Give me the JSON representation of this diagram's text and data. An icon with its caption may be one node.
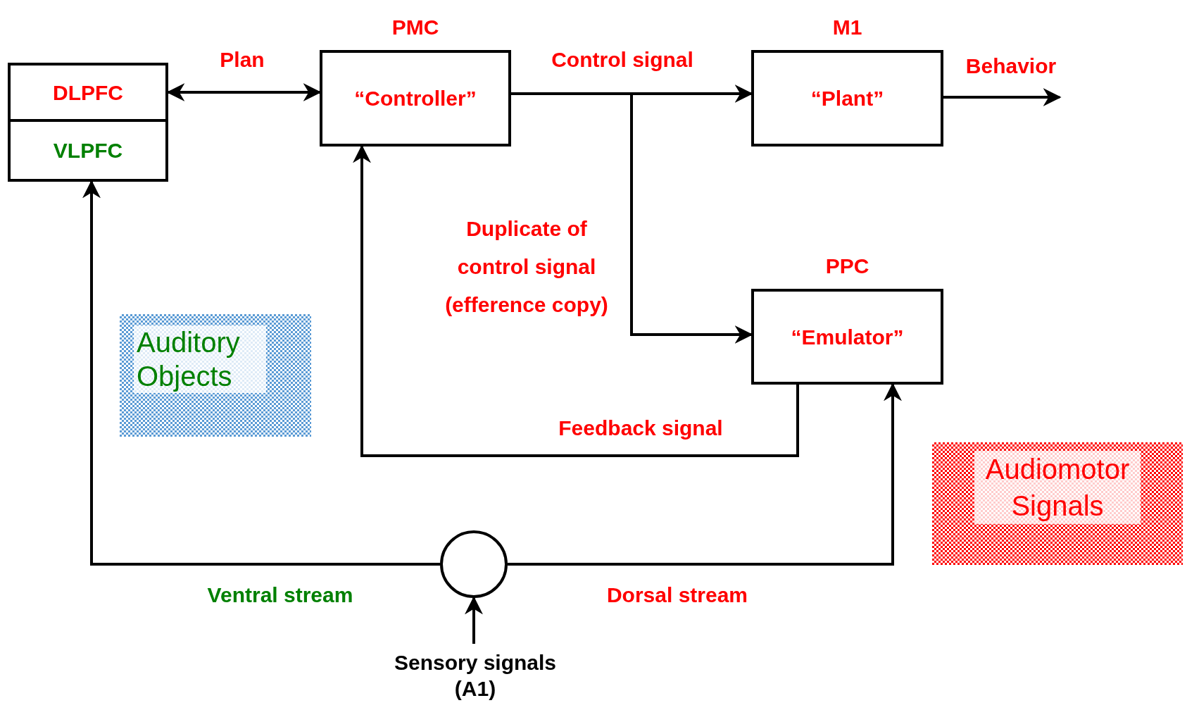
{
  "diagram": {
    "nodes": [
      {
        "text": [
          "DLPFC"
        ]
      },
      {
        "text": [
          "VLPFC"
        ]
      },
      {
        "text": [
          "PMC",
          "“Controller”"
        ]
      },
      {
        "text": [
          "M1",
          "“Plant”"
        ]
      },
      {
        "text": [
          "PPC",
          "“Emulator”"
        ]
      },
      {
        "text": [
          "Auditory Objects"
        ]
      },
      {
        "text": [
          "Audiomotor Signals"
        ]
      },
      {
        "text": [],
        "shape": "circle"
      },
      {
        "text": [
          "Sensory signals (A1)"
        ]
      }
    ],
    "edges": [
      {
        "from": 0,
        "to": 2,
        "arrow": "both",
        "label": "Plan"
      },
      {
        "from": 2,
        "to": 3,
        "arrow": "to",
        "label": "Control signal"
      },
      {
        "from": 2,
        "to": 4,
        "arrow": "to",
        "label": "Duplicate of control signal (efference copy)"
      },
      {
        "from": 3,
        "to": null,
        "arrow": "to",
        "label": "Behavior"
      },
      {
        "from": 4,
        "to": 2,
        "arrow": "to",
        "label": "Feedback signal"
      },
      {
        "from": 7,
        "to": 1,
        "arrow": "to",
        "label": "Ventral stream"
      },
      {
        "from": 7,
        "to": 4,
        "arrow": "to",
        "label": "Dorsal stream"
      },
      {
        "from": 8,
        "to": 7,
        "arrow": "to"
      }
    ]
  }
}
